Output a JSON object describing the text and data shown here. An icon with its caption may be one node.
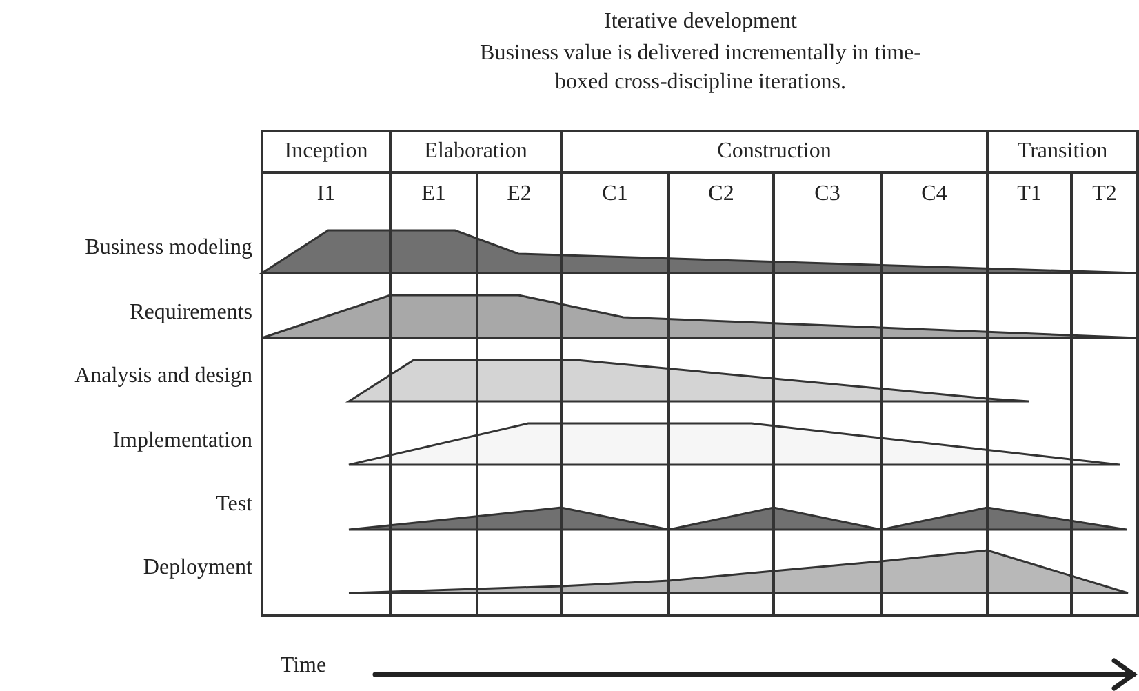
{
  "diagram": {
    "title": "Iterative development",
    "labels": [
      "Business value is delivered incrementally in time-boxed cross-discipline iterations.",
      "Inception",
      "Elaboration",
      "Construction",
      "Transition",
      "I1",
      "E1",
      "E2",
      "C1",
      "C2",
      "C3",
      "C4",
      "T1",
      "T2",
      "Business modeling",
      "Requirements",
      "Analysis and design",
      "Implementation",
      "Test",
      "Deployment",
      "Time"
    ]
  }
}
